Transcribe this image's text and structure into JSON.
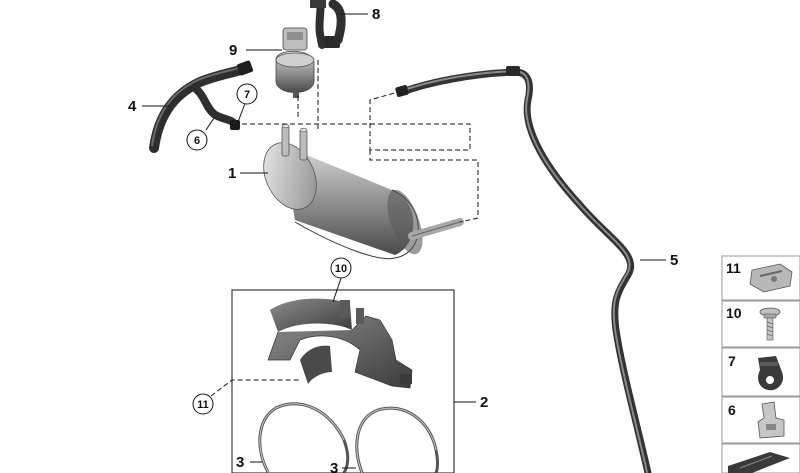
{
  "callouts": {
    "c1": "1",
    "c2": "2",
    "c3a": "3",
    "c3b": "3",
    "c4": "4",
    "c5": "5",
    "c6": "6",
    "c7": "7",
    "c8": "8",
    "c9": "9",
    "c10": "10",
    "c11": "11"
  },
  "legend": {
    "items": [
      {
        "num": "11",
        "icon": "spring-nut-icon"
      },
      {
        "num": "10",
        "icon": "screw-icon"
      },
      {
        "num": "7",
        "icon": "hose-clip-icon"
      },
      {
        "num": "6",
        "icon": "cable-clip-icon"
      },
      {
        "num": "",
        "icon": "shim-icon"
      }
    ]
  },
  "colors": {
    "part_dark": "#3a3a3a",
    "part_mid": "#7a7a7a",
    "part_light": "#c8c8c8",
    "legend_bg": "#f2f2f2"
  }
}
